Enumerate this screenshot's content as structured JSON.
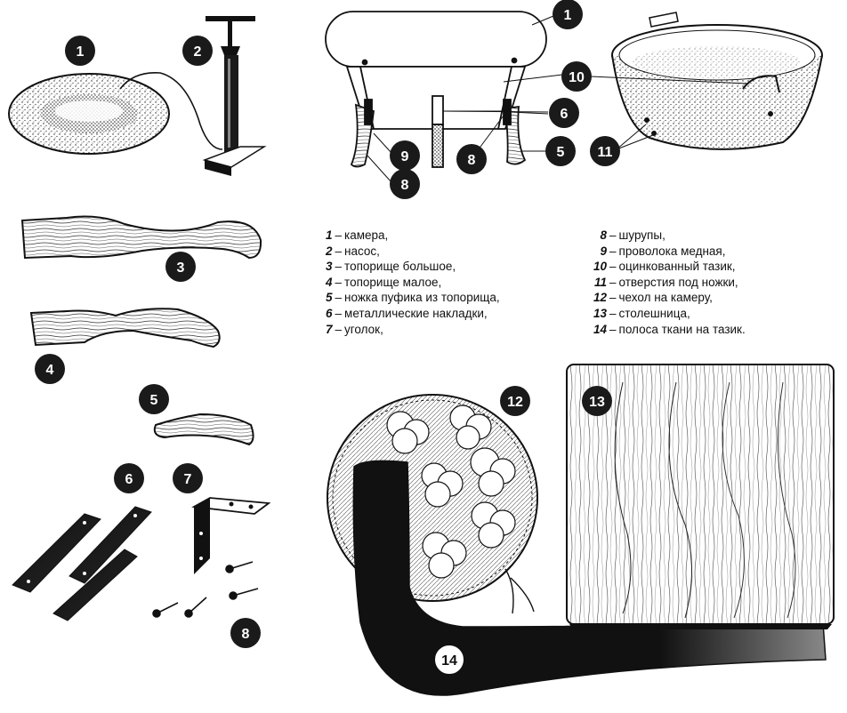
{
  "legend": [
    {
      "num": "1",
      "text": "камера,"
    },
    {
      "num": "2",
      "text": "насос,"
    },
    {
      "num": "3",
      "text": "топорище большое,"
    },
    {
      "num": "4",
      "text": "топорище малое,"
    },
    {
      "num": "5",
      "text": "ножка пуфика из топорища,"
    },
    {
      "num": "6",
      "text": "металлические накладки,"
    },
    {
      "num": "7",
      "text": "уголок,"
    },
    {
      "num": "8",
      "text": "шурупы,"
    },
    {
      "num": "9",
      "text": "проволока медная,"
    },
    {
      "num": "10",
      "text": "оцинкованный тазик,"
    },
    {
      "num": "11",
      "text": "отверстия под ножки,"
    },
    {
      "num": "12",
      "text": "чехол на камеру,"
    },
    {
      "num": "13",
      "text": "столешница,"
    },
    {
      "num": "14",
      "text": "полоса ткани на тазик."
    }
  ],
  "badges": {
    "tube": "1",
    "pump": "2",
    "handle_big": "3",
    "handle_small": "4",
    "leg": "5",
    "plates": "6",
    "angle": "7",
    "screws": "8",
    "asm_1": "1",
    "asm_10": "10",
    "asm_6": "6",
    "asm_5": "5",
    "asm_11": "11",
    "asm_9": "9",
    "asm_8a": "8",
    "asm_8b": "8",
    "cover": "12",
    "tabletop": "13",
    "strip": "14"
  },
  "colors": {
    "ink": "#111111",
    "paper": "#ffffff",
    "badge": "#1a1a1a",
    "badge_text": "#ffffff"
  }
}
